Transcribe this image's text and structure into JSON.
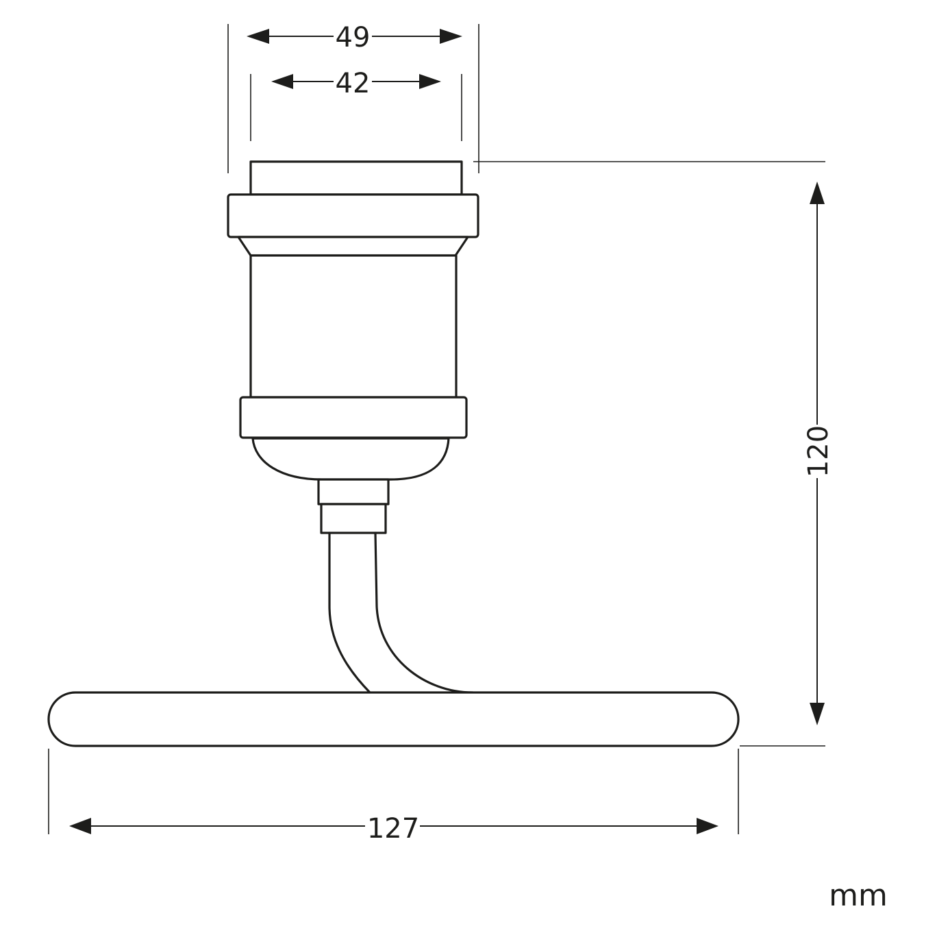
{
  "drawing": {
    "type": "dimensioned technical drawing",
    "subject": "lamp socket holder with curved stem on flat bar base",
    "line_color": "#1d1d1b",
    "background": "#ffffff"
  },
  "dimensions": {
    "outer_width": {
      "value": "49",
      "orientation": "horizontal",
      "position": "top"
    },
    "inner_width": {
      "value": "42",
      "orientation": "horizontal",
      "position": "top"
    },
    "total_height": {
      "value": "120",
      "orientation": "vertical",
      "position": "right"
    },
    "base_length": {
      "value": "127",
      "orientation": "horizontal",
      "position": "bottom"
    }
  },
  "units": {
    "label": "mm"
  },
  "parts": [
    "socket-top-rim",
    "upper-collar-ring",
    "tapered-shoulder",
    "socket-body",
    "lower-collar-ring",
    "rounded-cap",
    "nipple-upper",
    "nipple-lower",
    "curved-stem",
    "base-bar"
  ]
}
